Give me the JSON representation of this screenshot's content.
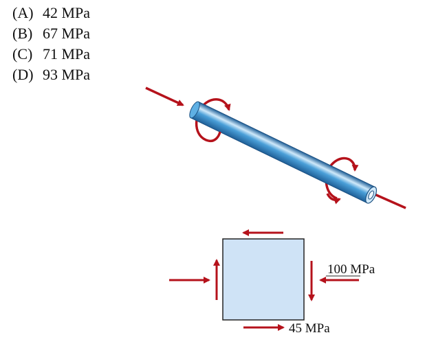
{
  "options": [
    {
      "letter": "(A)",
      "text": "42 MPa"
    },
    {
      "letter": "(B)",
      "text": "67 MPa"
    },
    {
      "letter": "(C)",
      "text": "71 MPa"
    },
    {
      "letter": "(D)",
      "text": "93 MPa"
    }
  ],
  "element": {
    "normal_stress_label": "100 MPa",
    "shear_stress_label": "45 MPa"
  },
  "colors": {
    "arrow": "#b5121b",
    "pipe_light": "#cfe9fa",
    "pipe_mid": "#4a9fd8",
    "pipe_dark": "#1f5f97",
    "element_fill": "#cfe3f6"
  }
}
